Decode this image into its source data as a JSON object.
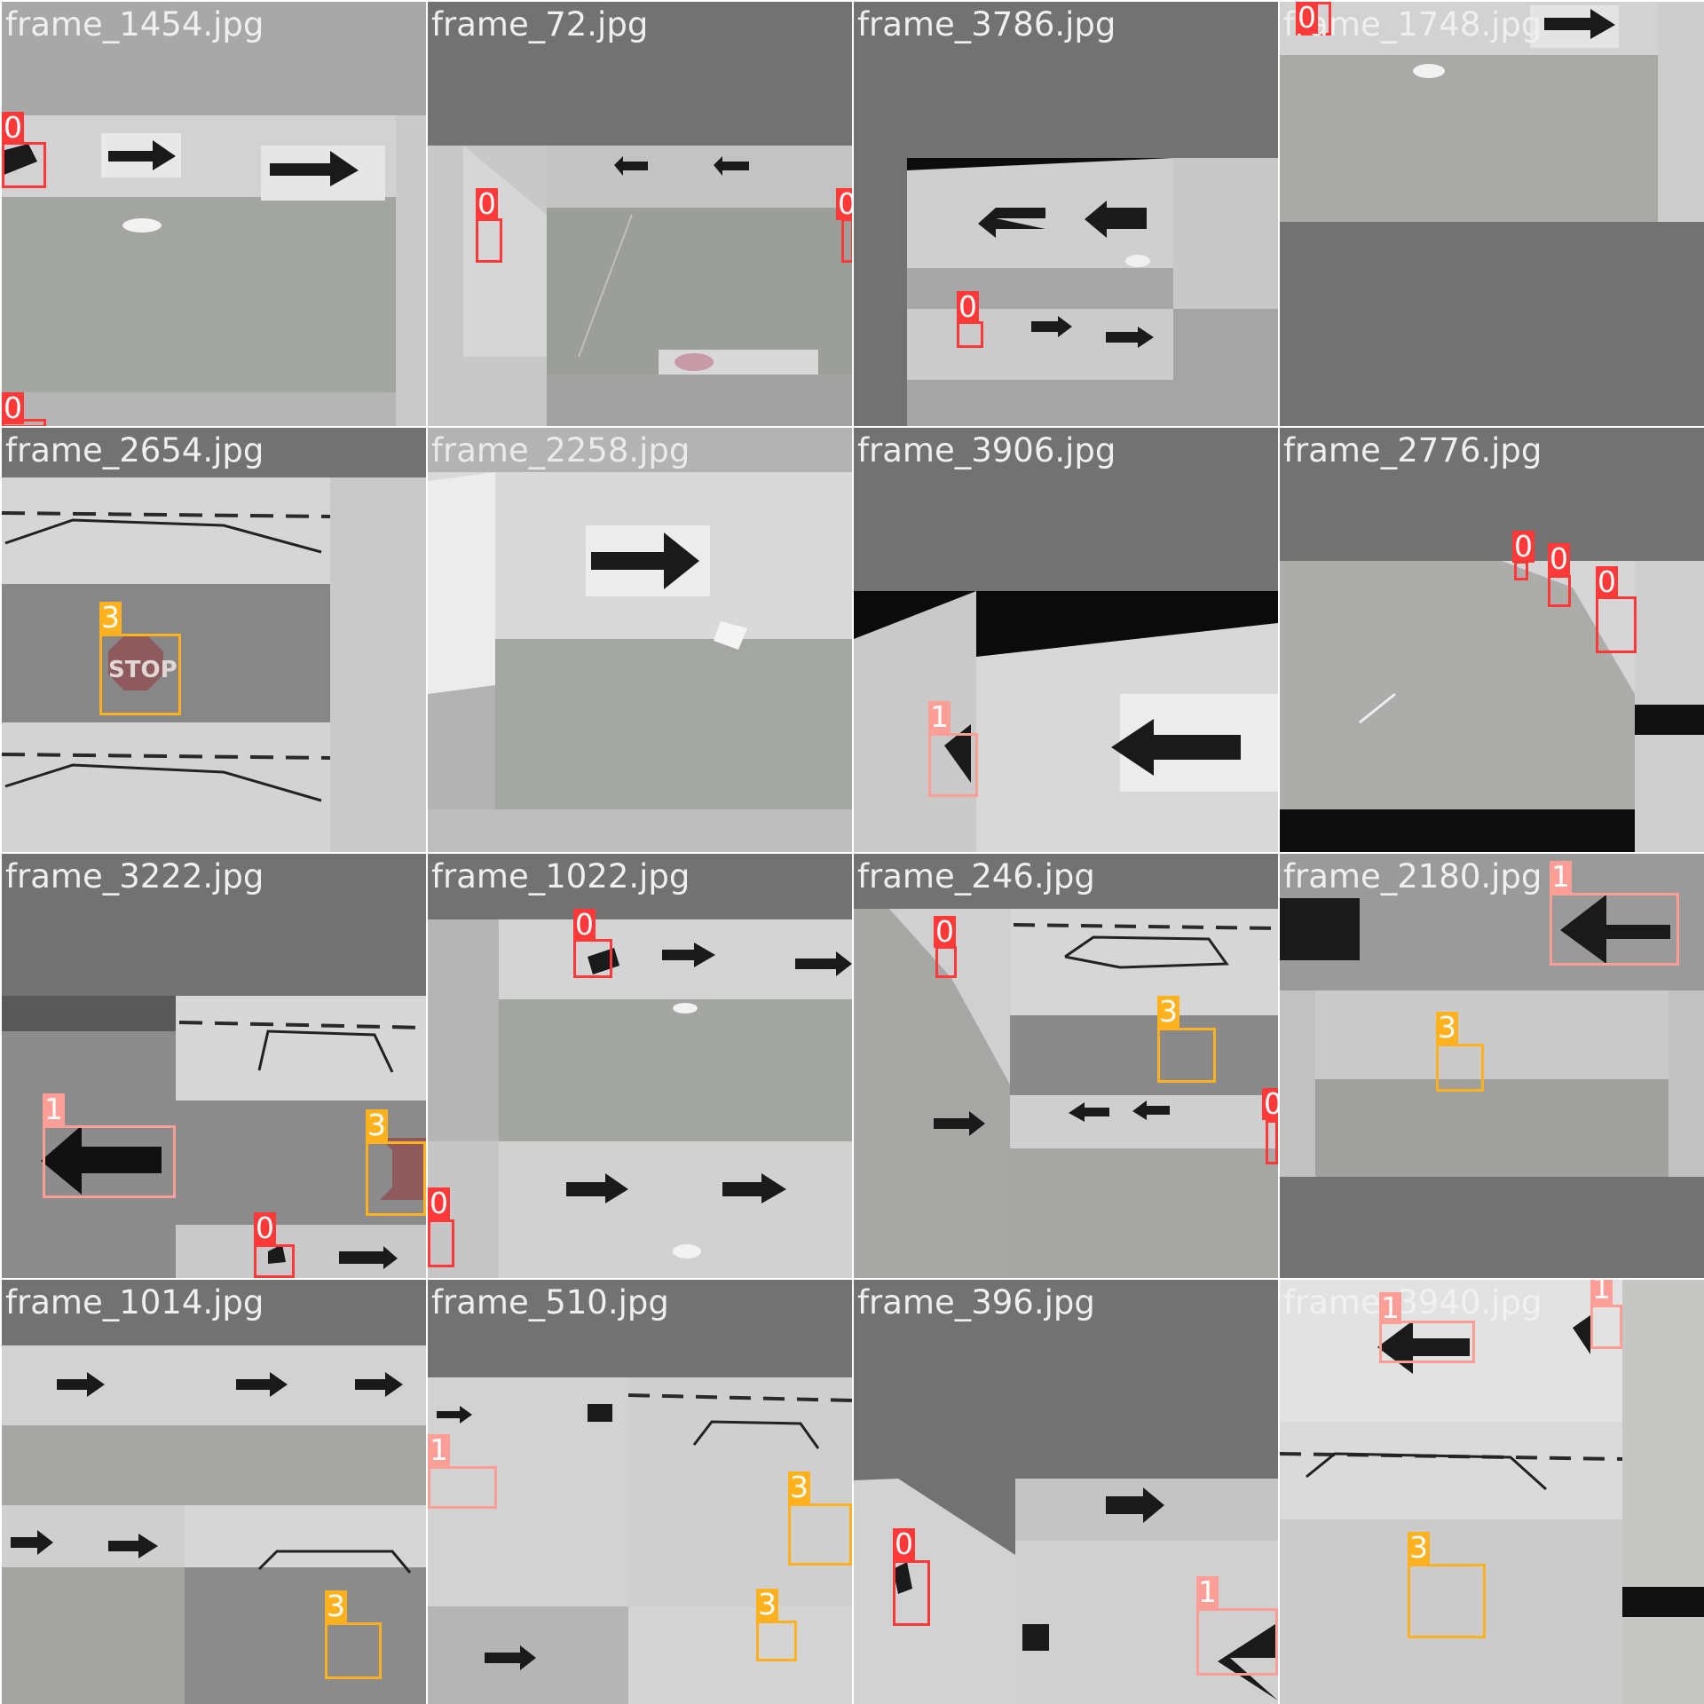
{
  "grid_title": "",
  "classes": {
    "0": {
      "label": "0",
      "color": "#ff3838"
    },
    "1": {
      "label": "1",
      "color": "#ff9d97"
    },
    "3": {
      "label": "3",
      "color": "#ffb21d"
    }
  },
  "tiles": [
    {
      "name": "frame_1454.jpg"
    },
    {
      "name": "frame_72.jpg"
    },
    {
      "name": "frame_3786.jpg"
    },
    {
      "name": "frame_1748.jpg"
    },
    {
      "name": "frame_2654.jpg"
    },
    {
      "name": "frame_2258.jpg"
    },
    {
      "name": "frame_3906.jpg"
    },
    {
      "name": "frame_2776.jpg"
    },
    {
      "name": "frame_3222.jpg"
    },
    {
      "name": "frame_1022.jpg"
    },
    {
      "name": "frame_246.jpg"
    },
    {
      "name": "frame_2180.jpg"
    },
    {
      "name": "frame_1014.jpg"
    },
    {
      "name": "frame_510.jpg"
    },
    {
      "name": "frame_396.jpg"
    },
    {
      "name": "frame_3940.jpg"
    }
  ],
  "detections": {
    "frame_1454": [
      "0",
      "0"
    ],
    "frame_72": [
      "0",
      "0"
    ],
    "frame_3786": [
      "0"
    ],
    "frame_1748": [
      "0"
    ],
    "frame_2654": [
      "3"
    ],
    "frame_3906": [
      "1"
    ],
    "frame_2776": [
      "0",
      "0",
      "0"
    ],
    "frame_3222": [
      "1",
      "3",
      "0"
    ],
    "frame_1022": [
      "0",
      "0"
    ],
    "frame_246": [
      "0",
      "3",
      "0"
    ],
    "frame_2180": [
      "1",
      "3"
    ],
    "frame_1014": [
      "3"
    ],
    "frame_510": [
      "1",
      "3",
      "3"
    ],
    "frame_396": [
      "0",
      "1"
    ],
    "frame_3940": [
      "1",
      "1",
      "3"
    ]
  },
  "sign_text": "STOP"
}
